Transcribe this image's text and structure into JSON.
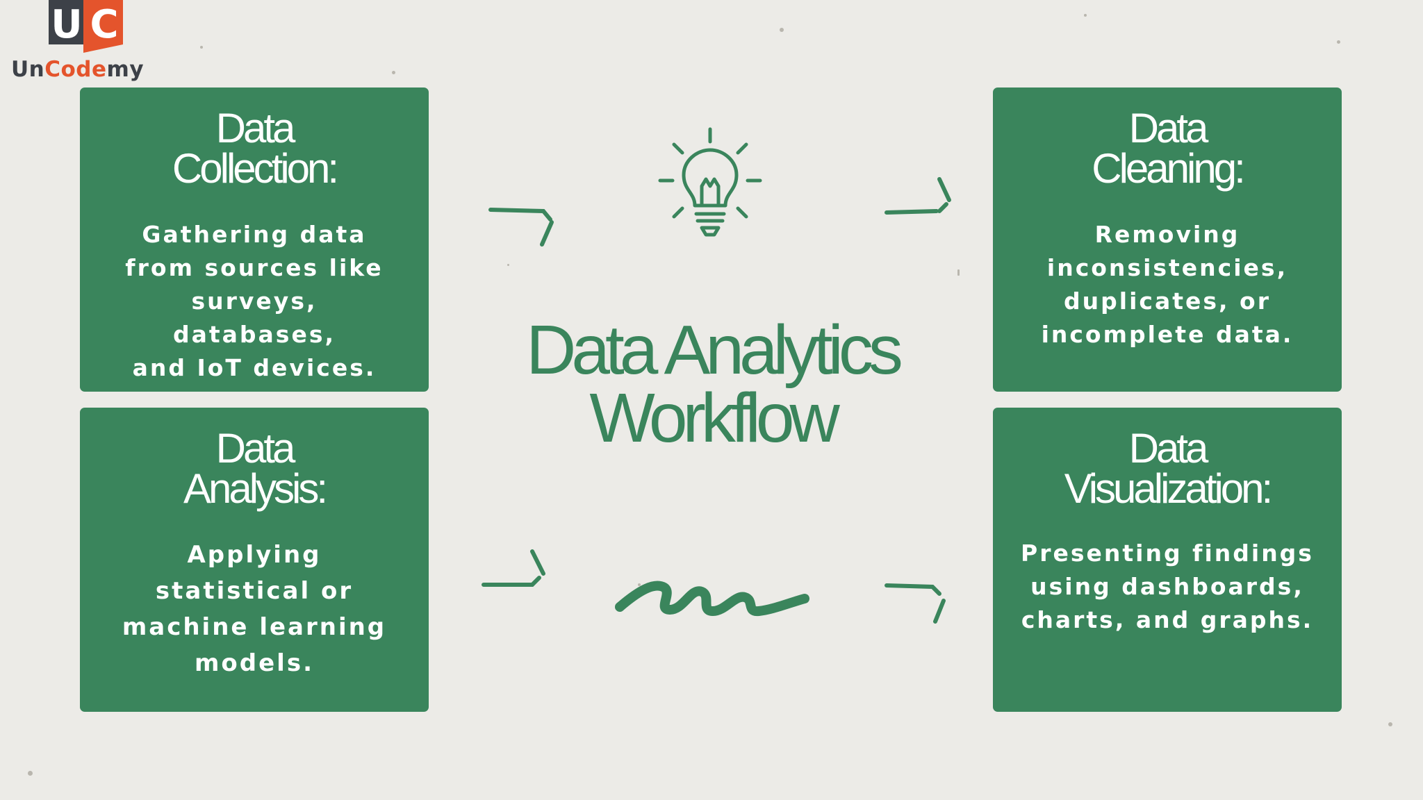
{
  "logo": {
    "mark_left": "U",
    "mark_right": "C",
    "name_part1": "Un",
    "name_part2": "Code",
    "name_part3": "my",
    "colors": {
      "dark": "#3d4148",
      "accent": "#e4542c"
    }
  },
  "title": "Data Analytics\nWorkflow",
  "steps": [
    {
      "title": "Data\nCollection:",
      "description": "Gathering data\nfrom sources like\nsurveys, databases,\nand IoT devices."
    },
    {
      "title": "Data\nCleaning:",
      "description": "Removing\ninconsistencies,\nduplicates, or\nincomplete data."
    },
    {
      "title": "Data\nAnalysis:",
      "description": "Applying\nstatistical or\nmachine learning\nmodels."
    },
    {
      "title": "Data\nVisualization:",
      "description": "Presenting findings\nusing dashboards,\ncharts, and graphs."
    }
  ],
  "icons": [
    "lightbulb-icon",
    "zigzag-squiggle",
    "arrow-doodle"
  ],
  "colors": {
    "card": "#3a855c",
    "background": "#ecebe7",
    "text_on_card": "#ffffff"
  }
}
